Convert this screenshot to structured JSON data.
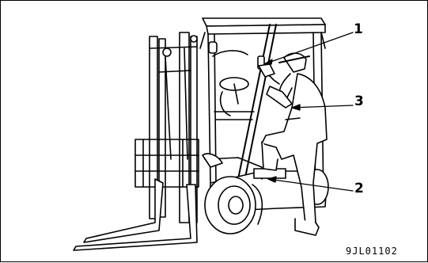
{
  "figure": {
    "callouts": {
      "one": "1",
      "two": "2",
      "three": "3"
    },
    "reference_code": "9JL01102"
  }
}
